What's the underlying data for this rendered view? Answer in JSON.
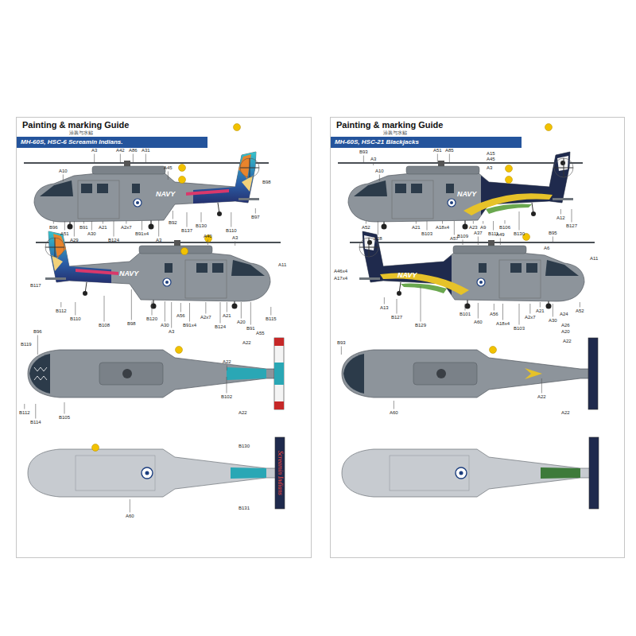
{
  "diagram": {
    "nodes": [
      {
        "text": [
          "Painting & marking Guide",
          "涂装与水贴"
        ]
      },
      {
        "text": [
          "MH-60S, HSC-6 Screamin Indians."
        ],
        "in": 0
      },
      {
        "text": [
          "Painting & marking Guide",
          "涂装与水贴"
        ]
      },
      {
        "text": [
          "MH-60S, HSC-21 Blackjacks"
        ],
        "in": 2
      }
    ],
    "labels": [
      "A3",
      "A42",
      "A86",
      "A31",
      "A10",
      "A45",
      "B96",
      "A51",
      "A29",
      "B91",
      "A21",
      "A30",
      "B124",
      "A2x7",
      "B91x4",
      "B92",
      "A3",
      "B137",
      "B130",
      "B110",
      "B97",
      "B98",
      "NAVY",
      "A40",
      "A3",
      "A11",
      "B117",
      "B112",
      "B110",
      "B108",
      "B98",
      "B120",
      "A30",
      "A3",
      "A56",
      "B91x4",
      "A2x7",
      "B124",
      "A21",
      "A20",
      "B91",
      "A55",
      "B115",
      "NAVY",
      "B96",
      "B119",
      "A22",
      "A22",
      "B102",
      "B112",
      "B114",
      "B105",
      "A22",
      "B130",
      "B131",
      "A60",
      "Screamin Indians",
      "B93",
      "A3",
      "A51",
      "A85",
      "A10",
      "A15",
      "A45",
      "A3",
      "A52",
      "A28",
      "A21",
      "B103",
      "A18x4",
      "A57",
      "A23",
      "A9",
      "B111",
      "B106",
      "B130",
      "A12",
      "B127",
      "NAVY",
      "B95",
      "B109",
      "A37",
      "A49",
      "A6",
      "A11",
      "A46x4",
      "A17x4",
      "A13",
      "B127",
      "B129",
      "B101",
      "A60",
      "A56",
      "A18x4",
      "B103",
      "A2x7",
      "A21",
      "A30",
      "A24",
      "A26",
      "A20",
      "A52",
      "NAVY",
      "B93",
      "A22",
      "A22",
      "A22",
      "A60"
    ]
  }
}
